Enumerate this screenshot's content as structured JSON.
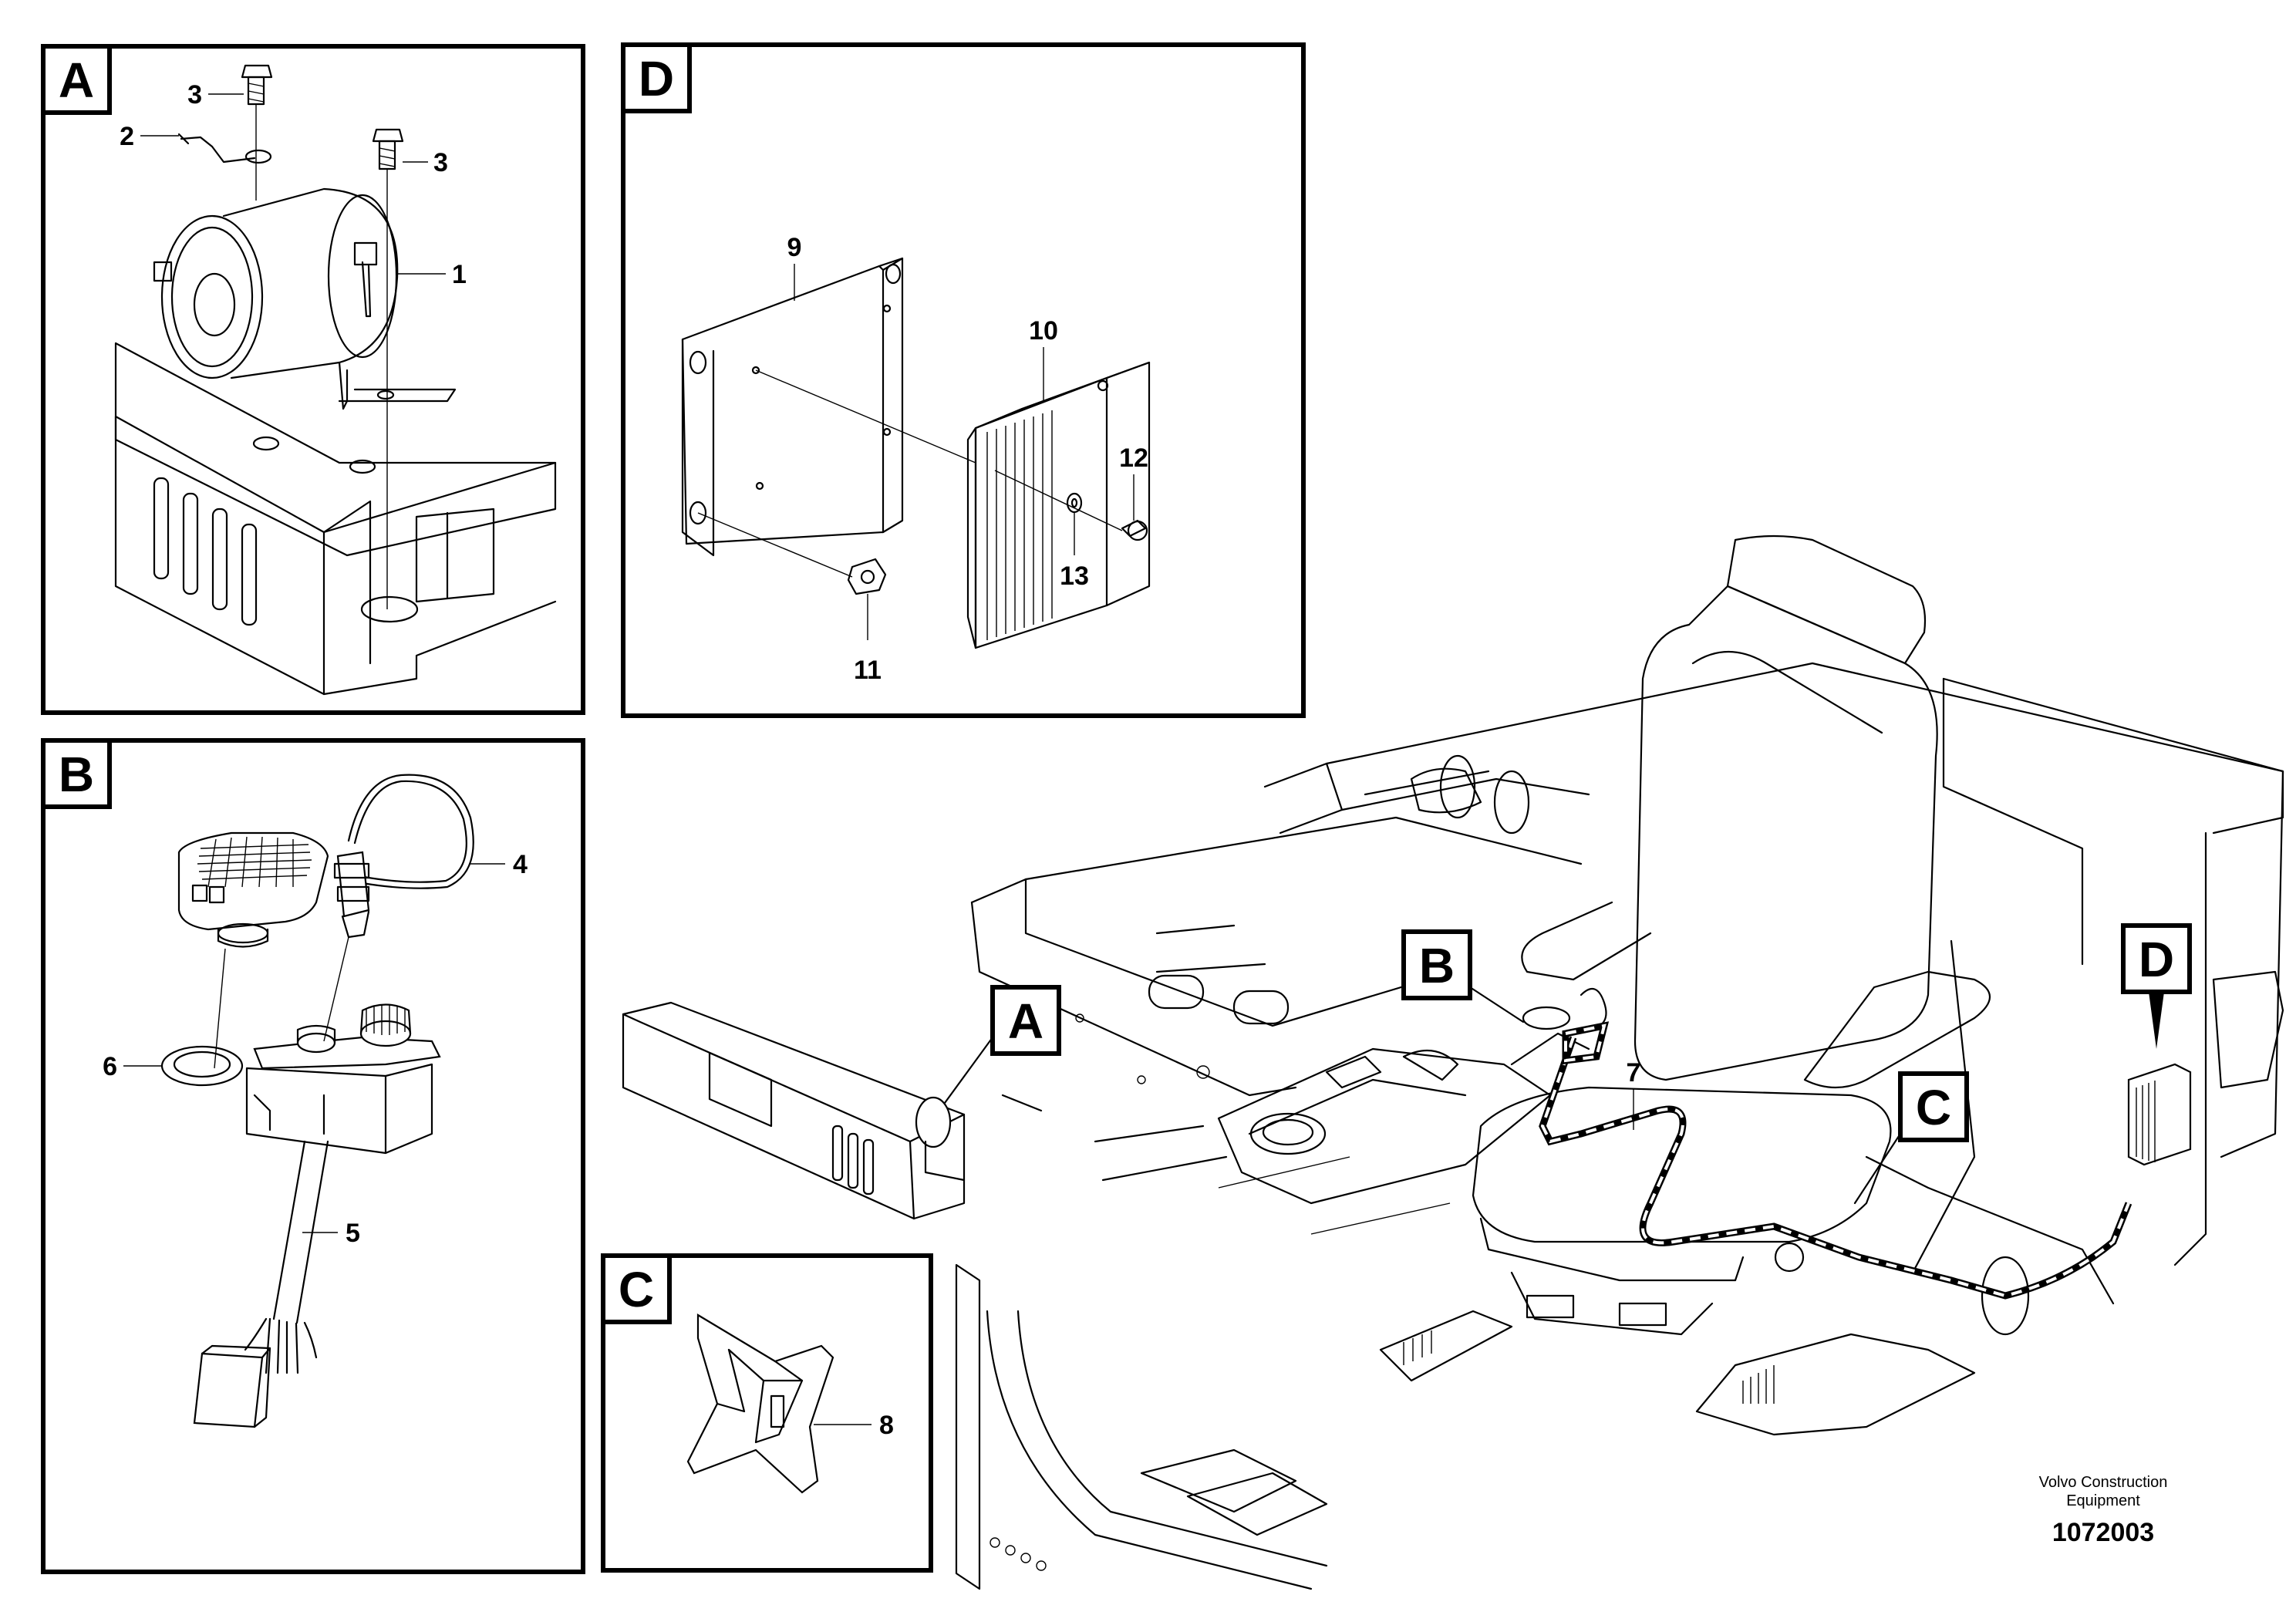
{
  "panels": {
    "A": {
      "label": "A"
    },
    "B": {
      "label": "B"
    },
    "C": {
      "label": "C"
    },
    "D": {
      "label": "D"
    }
  },
  "main_view": {
    "markers": {
      "A": "A",
      "B": "B",
      "C": "C",
      "D": "D"
    }
  },
  "callouts": {
    "p1": "1",
    "p2": "2",
    "p3a": "3",
    "p3b": "3",
    "p4": "4",
    "p5": "5",
    "p6": "6",
    "p7": "7",
    "p8": "8",
    "p9": "9",
    "p10": "10",
    "p11": "11",
    "p12": "12",
    "p13": "13"
  },
  "footer": {
    "company_line1": "Volvo Construction",
    "company_line2": "Equipment",
    "drawing_number": "1072003"
  }
}
